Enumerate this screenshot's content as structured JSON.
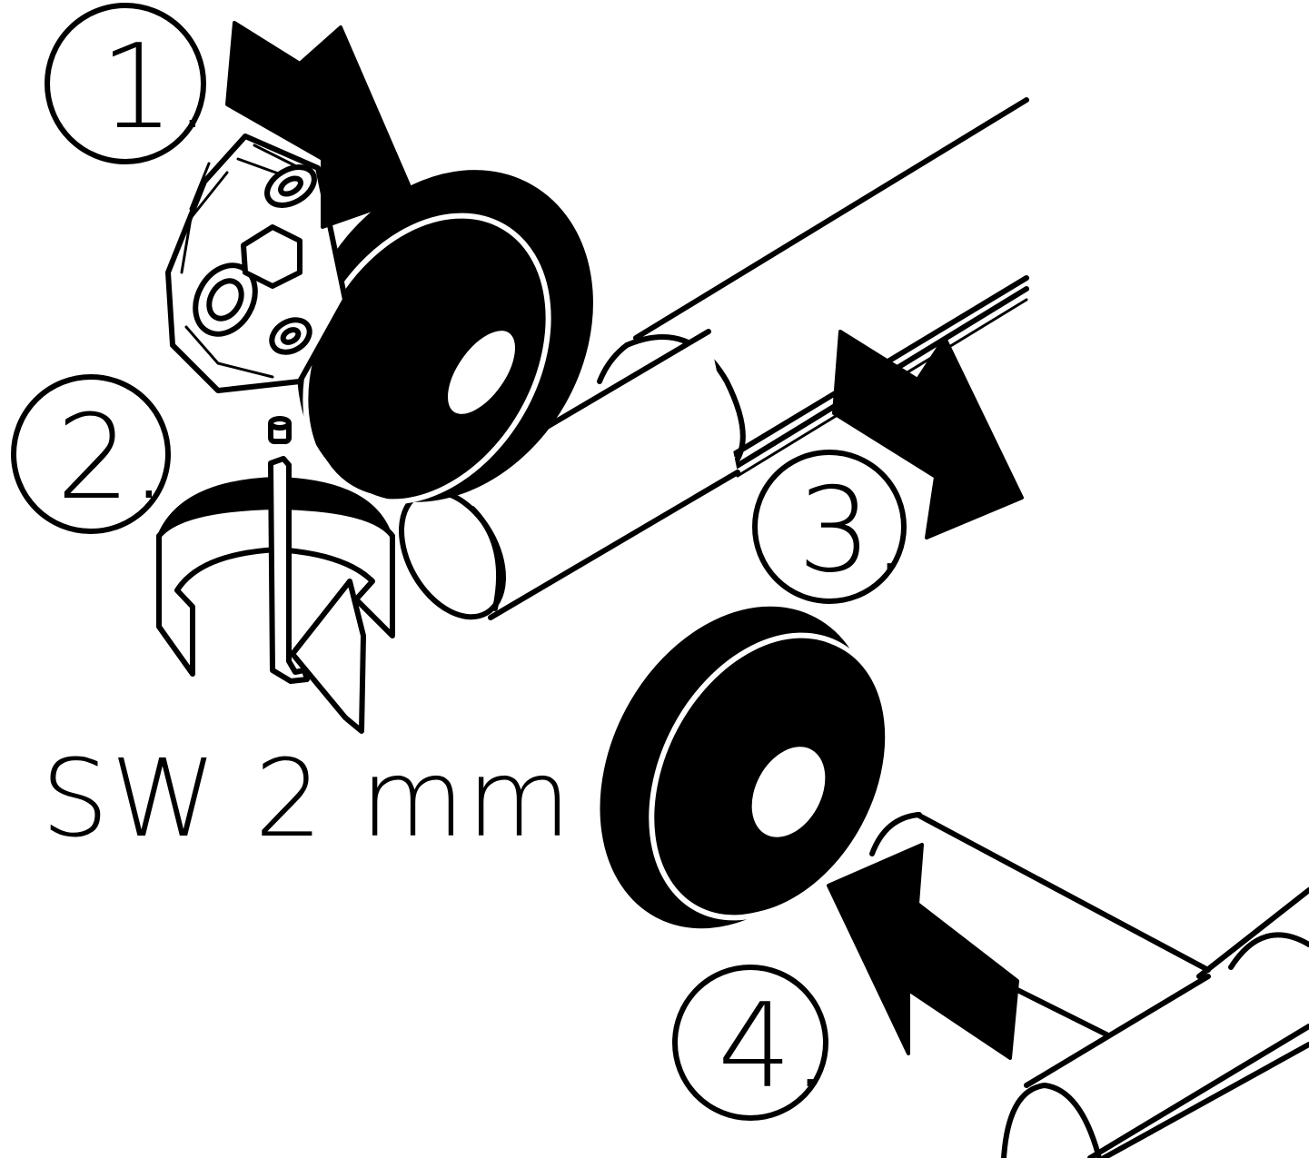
{
  "steps": [
    {
      "label": "1."
    },
    {
      "label": "2."
    },
    {
      "label": "3."
    },
    {
      "label": "4."
    }
  ],
  "tool_size": "SW 2 mm",
  "colors": {
    "ink": "#000000",
    "paper": "#ffffff"
  },
  "icons": [
    "cartridge-icon",
    "rosette-icon",
    "pipe-icon",
    "allen-key-icon",
    "grub-screw-icon",
    "rotate-arrow-icon",
    "push-arrow-icon",
    "pull-arrow-icon"
  ]
}
